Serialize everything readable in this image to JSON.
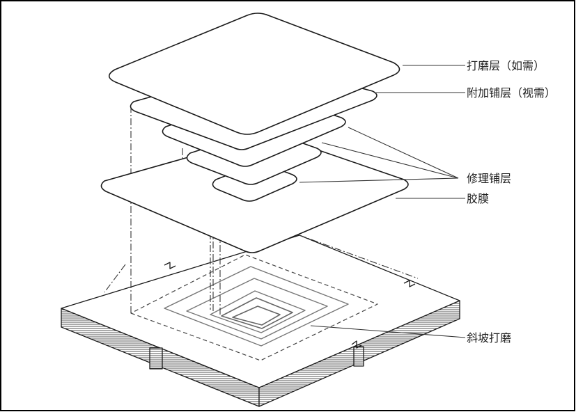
{
  "labels": {
    "sanding_layer": "打磨层（如需）",
    "additional_ply": "附加铺层（视需）",
    "repair_plies": "修理铺层",
    "adhesive_film": "胶膜",
    "scarf_sanding": "斜坡打磨"
  },
  "colors": {
    "stroke": "#1a1a1a",
    "leader": "#333333",
    "background": "#ffffff"
  }
}
